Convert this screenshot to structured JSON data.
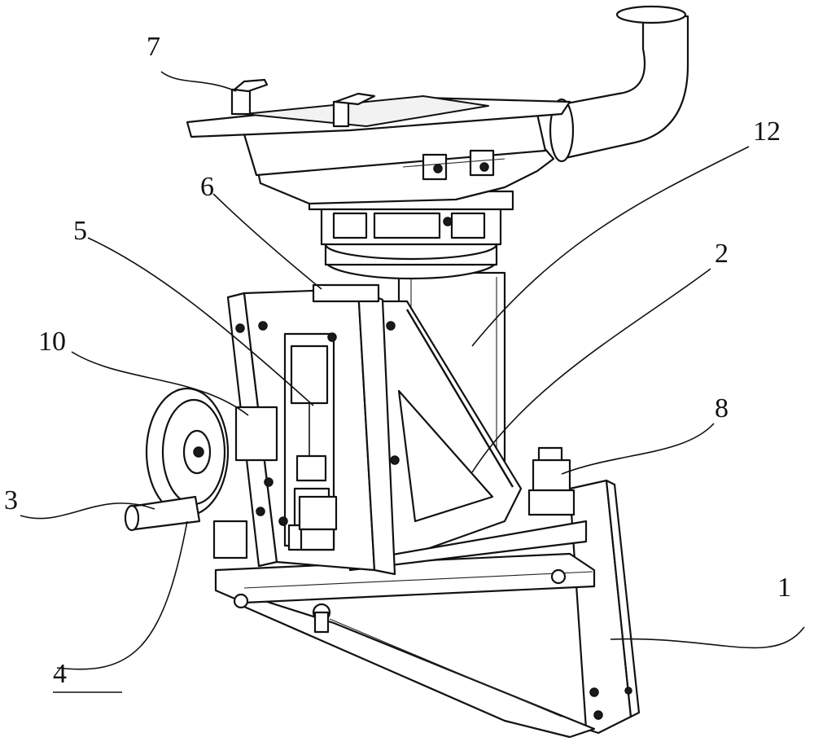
{
  "figure": {
    "labels": {
      "l1": "1",
      "l2": "2",
      "l3": "3",
      "l4": "4",
      "l5": "5",
      "l6": "6",
      "l7": "7",
      "l8": "8",
      "l10": "10",
      "l12": "12"
    }
  }
}
